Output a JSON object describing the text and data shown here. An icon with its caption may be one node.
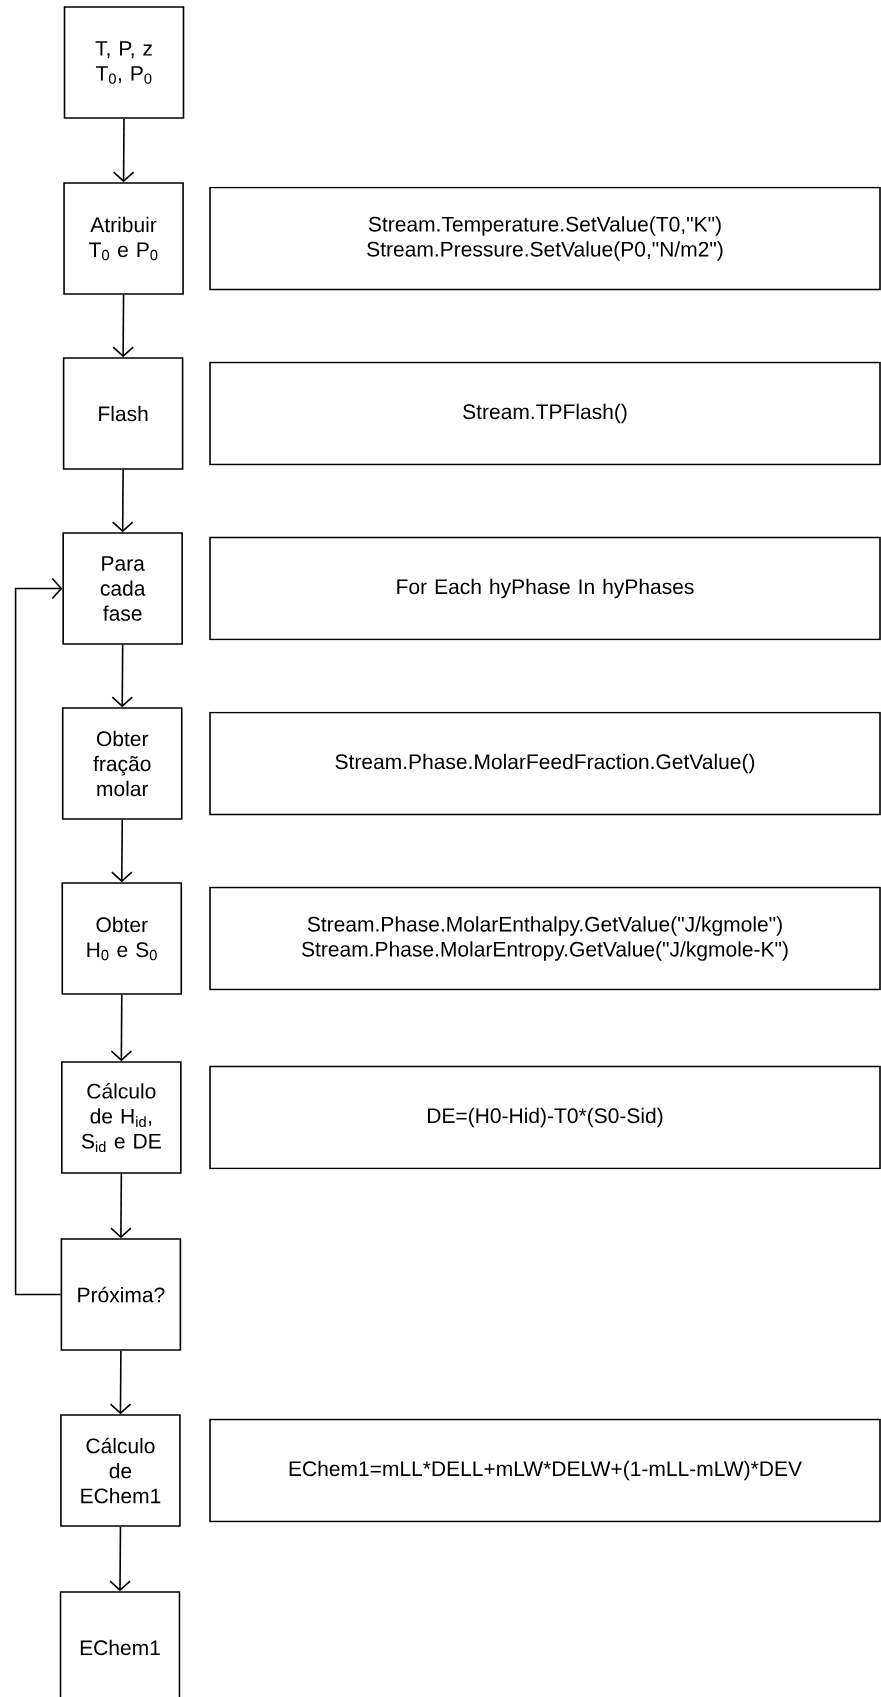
{
  "diagram": {
    "nodes": [
      {
        "text": [
          "T, P, z",
          "T$_{0}$, P$_{0}$"
        ]
      },
      {
        "text": [
          "Atribuir T$_{0}$ e P$_{0}$"
        ]
      },
      {
        "text": [
          "Stream.Temperature.SetValue(T0,\"K\")",
          "Stream.Pressure.SetValue(P0,\"N/m2\")"
        ]
      },
      {
        "text": [
          "Flash"
        ]
      },
      {
        "text": [
          "Stream.TPFlash()"
        ]
      },
      {
        "text": [
          "Para cada fase"
        ]
      },
      {
        "text": [
          "For Each hyPhase In hyPhases"
        ]
      },
      {
        "text": [
          "Obter fração molar"
        ]
      },
      {
        "text": [
          "Stream.Phase.MolarFeedFraction.GetValue()"
        ]
      },
      {
        "text": [
          "Obter H$_{0}$ e S$_{0}$"
        ]
      },
      {
        "text": [
          "Stream.Phase.MolarEnthalpy.GetValue(\"J/kgmole\")",
          "Stream.Phase.MolarEntropy.GetValue(\"J/kgmole-K\")"
        ]
      },
      {
        "text": [
          "Cálculo de H$_{id}$, S$_{id}$ e DE"
        ]
      },
      {
        "text": [
          "DE=(H0-Hid)-T0*(S0-Sid)"
        ]
      },
      {
        "text": [
          "Próxima?"
        ]
      },
      {
        "text": [
          "Cálculo de EChem1"
        ]
      },
      {
        "text": [
          "EChem1=mLL*DELL+mLW*DELW+(1-mLL-mLW)*DEV"
        ]
      },
      {
        "text": [
          "EChem1"
        ]
      }
    ],
    "edges": [
      {
        "from": 0,
        "to": 1,
        "arrow": "to"
      },
      {
        "from": 1,
        "to": 3,
        "arrow": "to"
      },
      {
        "from": 3,
        "to": 5,
        "arrow": "to"
      },
      {
        "from": 5,
        "to": 7,
        "arrow": "to"
      },
      {
        "from": 7,
        "to": 9,
        "arrow": "to"
      },
      {
        "from": 9,
        "to": 11,
        "arrow": "to"
      },
      {
        "from": 11,
        "to": 13,
        "arrow": "to"
      },
      {
        "from": 13,
        "to": 5,
        "arrow": "to"
      },
      {
        "from": 13,
        "to": 14,
        "arrow": "to"
      },
      {
        "from": 14,
        "to": 16,
        "arrow": "to"
      }
    ]
  }
}
